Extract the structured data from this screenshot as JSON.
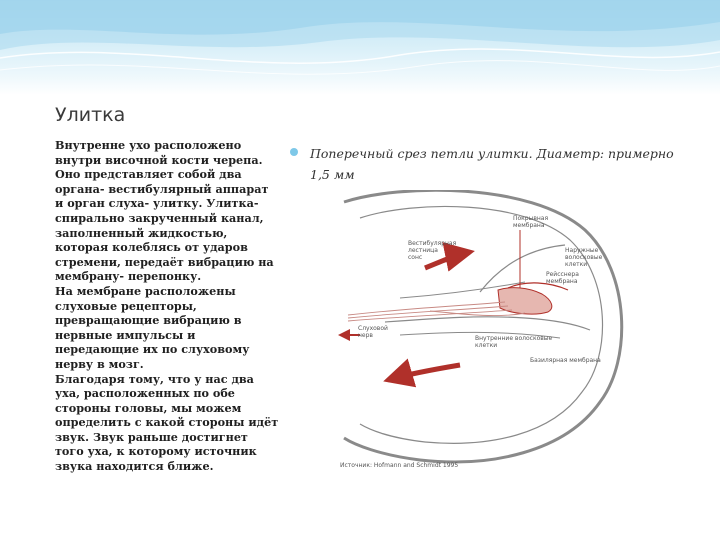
{
  "slide": {
    "title": "Улитка",
    "body_paragraphs": [
      "Внутренне ухо расположено внутри височной кости черепа. Оно представляет собой два органа- вестибулярный аппарат и орган слуха- улитку. Улитка- спирально закрученный канал, заполненный жидкостью, которая колеблясь от ударов стремени, передаёт вибрацию на мембрану- перепонку.",
      "На мембране расположены слуховые рецепторы, превращающие вибрацию в нервные импульсы и передающие их по слуховому нерву в мозг.",
      "Благодаря тому, что у нас два уха, расположенных по обе стороны головы, мы можем определить с какой стороны идёт звук. Звук раньше достигнет того уха, к которому источник звука находится ближе."
    ],
    "caption": "Поперечный срез петли улитки. Диаметр: примерно 1,5 мм"
  },
  "diagram": {
    "labels": {
      "tectorial": [
        "Покрывная",
        "мембрана"
      ],
      "scala_vestibuli": [
        "Вестибулярная",
        "лестница",
        "сонс"
      ],
      "outer_hair": [
        "Наружные",
        "волосковые",
        "клетки"
      ],
      "reissner": [
        "Рейсснера",
        "мембрана"
      ],
      "nerve": [
        "Слуховой",
        "нерв"
      ],
      "inner_hair": [
        "Внутренние волосковые",
        "клетки"
      ],
      "basilar": "Базилярная мембрана"
    },
    "source": "Источник: Hofmann and Schmidt 1995",
    "colors": {
      "accent": "#b0302a",
      "line": "#8a8a8a"
    }
  }
}
